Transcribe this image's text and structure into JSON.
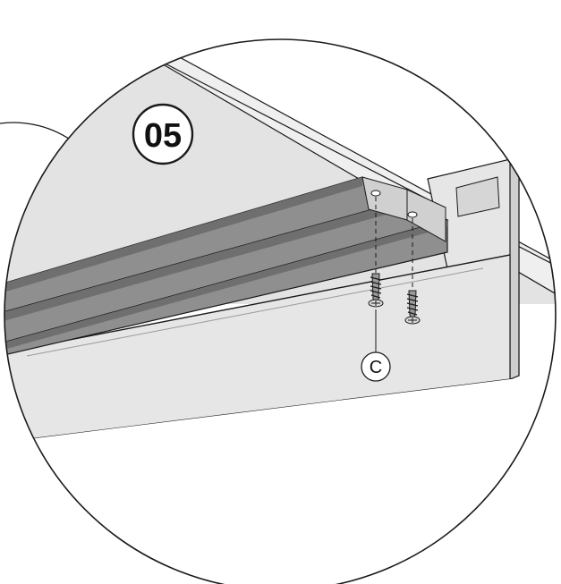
{
  "step": {
    "number": "05"
  },
  "callouts": [
    {
      "label": "C",
      "part": "screw"
    }
  ],
  "colors": {
    "ceiling": "#e3e3e3",
    "rail": "#8f8f8f",
    "rail_dark": "#6f6f6f",
    "wall": "#e6e6e6",
    "outline": "#1a1a1a"
  }
}
